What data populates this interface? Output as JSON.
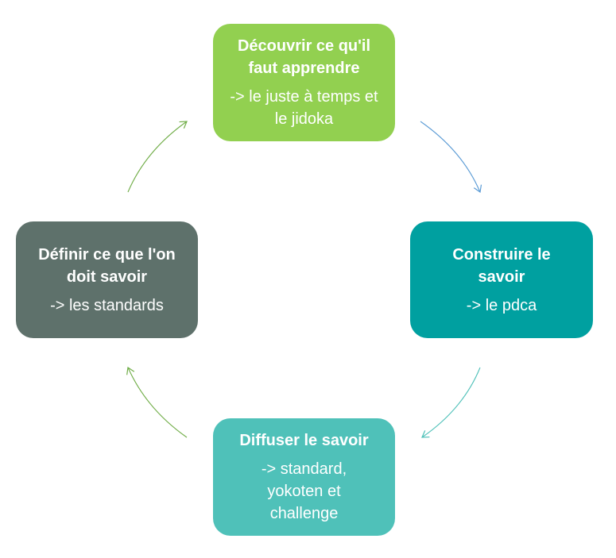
{
  "nodes": {
    "top": {
      "title": "Découvrir ce qu'il faut apprendre",
      "sub": "-> le juste à temps et le jidoka"
    },
    "right": {
      "title": "Construire le savoir",
      "sub": "-> le pdca"
    },
    "bottom": {
      "title": "Diffuser le savoir",
      "sub": "-> standard, yokoten et challenge"
    },
    "left": {
      "title": "Définir ce que l'on doit savoir",
      "sub": "-> les standards"
    }
  },
  "colors": {
    "top": "#92d050",
    "right": "#00a0a0",
    "bottom": "#4fc1b9",
    "left": "#5e716b",
    "arrow_blue": "#5b9bd5",
    "arrow_green": "#70ad47",
    "arrow_teal": "#4fc1b9"
  }
}
